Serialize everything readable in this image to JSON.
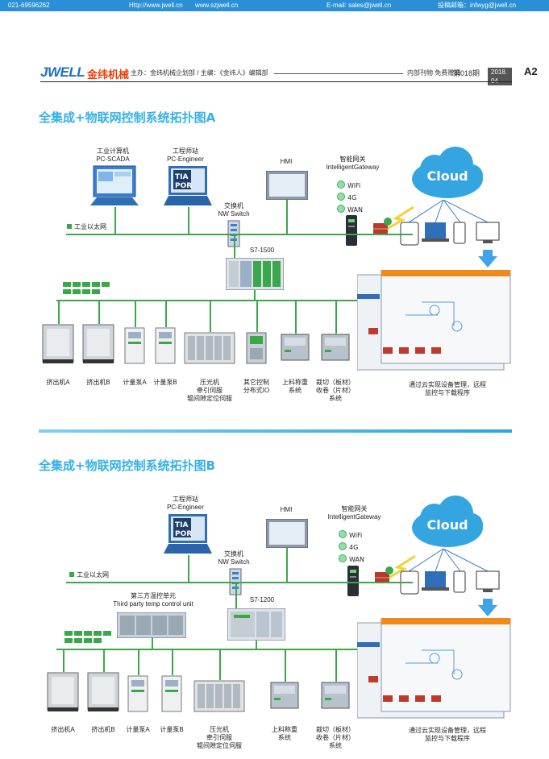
{
  "topbar": {
    "phone": "021-69596262",
    "site1": "Http://www.jwell.cn",
    "site2": "www.szjwell.cn",
    "email": "E-mail: sales@jwell.cn",
    "contrib": "投稿邮箱：infwyg@jwell.cn"
  },
  "header": {
    "logo": "JWELL",
    "logo_cn": "金纬机械",
    "sponsor": "主办：金纬机械企划部 / 主编：《金纬人》编辑部",
    "freebie": "内部刊物 免费赠阅",
    "issue": "第018期",
    "date": "2018. 04",
    "page": "A2"
  },
  "diagramA": {
    "title": "全集成+物联网控制系统拓扑图A",
    "scada_cn": "工业计算机",
    "scada_en": "PC-SCADA",
    "eng_cn": "工程师站",
    "eng_en": "PC-Engineer",
    "tia": "TIA",
    "portal": "POR",
    "hmi": "HMI",
    "gw_cn": "智能网关",
    "gw_en": "IntelligentGateway",
    "wifi": "WiFi",
    "g4": "4G",
    "wan": "WAN",
    "cloud": "Cloud",
    "switch_cn": "交换机",
    "switch_en": "NW Switch",
    "ethernet": "工业以太网",
    "plc": "S7-1500",
    "dev1": "挤出机A",
    "dev2": "挤出机B",
    "dev3": "计量泵A",
    "dev4": "计量泵B",
    "dev5a": "压光机",
    "dev5b": "牵引伺服",
    "dev5c": "辊间隙定位伺服",
    "dev6a": "其它控制",
    "dev6b": "分布式IO",
    "dev7a": "上料称重",
    "dev7b": "系统",
    "dev8a": "裁切（板材）",
    "dev8b": "收卷（片材）",
    "dev8c": "系统",
    "remote_a": "通过云实现设备管理，远程",
    "remote_b": "监控与下载程序"
  },
  "diagramB": {
    "title": "全集成+物联网控制系统拓扑图B",
    "eng_cn": "工程师站",
    "eng_en": "PC-Engineer",
    "tia": "TIA",
    "portal": "POR",
    "hmi": "HMI",
    "gw_cn": "智能网关",
    "gw_en": "IntelligentGateway",
    "wifi": "WiFi",
    "g4": "4G",
    "wan": "WAN",
    "cloud": "Cloud",
    "switch_cn": "交换机",
    "switch_en": "NW Switch",
    "ethernet": "工业以太网",
    "temp_cn": "第三方温控单元",
    "temp_en": "Third party temp control unit",
    "plc": "S7-1200",
    "dev1": "挤出机A",
    "dev2": "挤出机B",
    "dev3": "计量泵A",
    "dev4": "计量泵B",
    "dev5a": "压光机",
    "dev5b": "牵引伺服",
    "dev5c": "辊间隙定位伺服",
    "dev7a": "上料称重",
    "dev7b": "系统",
    "dev8a": "裁切（板材）",
    "dev8b": "收卷（片材）",
    "dev8c": "系统",
    "remote_a": "通过云实现设备管理，远程",
    "remote_b": "监控与下载程序"
  },
  "colors": {
    "accent": "#35b1e8",
    "bus": "#3aa84a",
    "topbar": "#2a8fd6"
  }
}
